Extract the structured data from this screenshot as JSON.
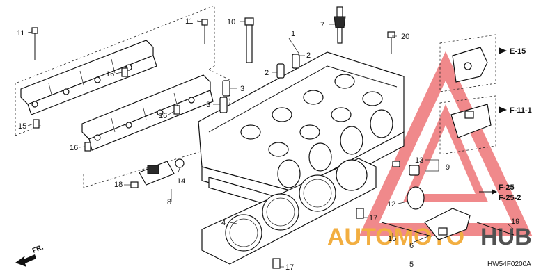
{
  "diagram_code": "HW54F0200A",
  "direction_label": "FR.",
  "references": [
    "E-15",
    "F-11-1",
    "F-25",
    "F-25-2"
  ],
  "callouts": {
    "c1": "1",
    "c2a": "2",
    "c2b": "2",
    "c3a": "3",
    "c3b": "3",
    "c4": "4",
    "c5": "5",
    "c6": "6",
    "c7": "7",
    "c8": "8",
    "c9": "9",
    "c10": "10",
    "c11a": "11",
    "c11b": "11",
    "c12": "12",
    "c13": "13",
    "c14": "14",
    "c15a": "15",
    "c15b": "15",
    "c16a": "16",
    "c16b": "16",
    "c16c": "16",
    "c17a": "17",
    "c17b": "17",
    "c18": "18",
    "c19": "19",
    "c20": "20"
  },
  "watermark": {
    "text_left": "AUTOMOTO",
    "text_right": "HUB",
    "color_red": "#e8474a",
    "color_orange": "#f0a020"
  }
}
